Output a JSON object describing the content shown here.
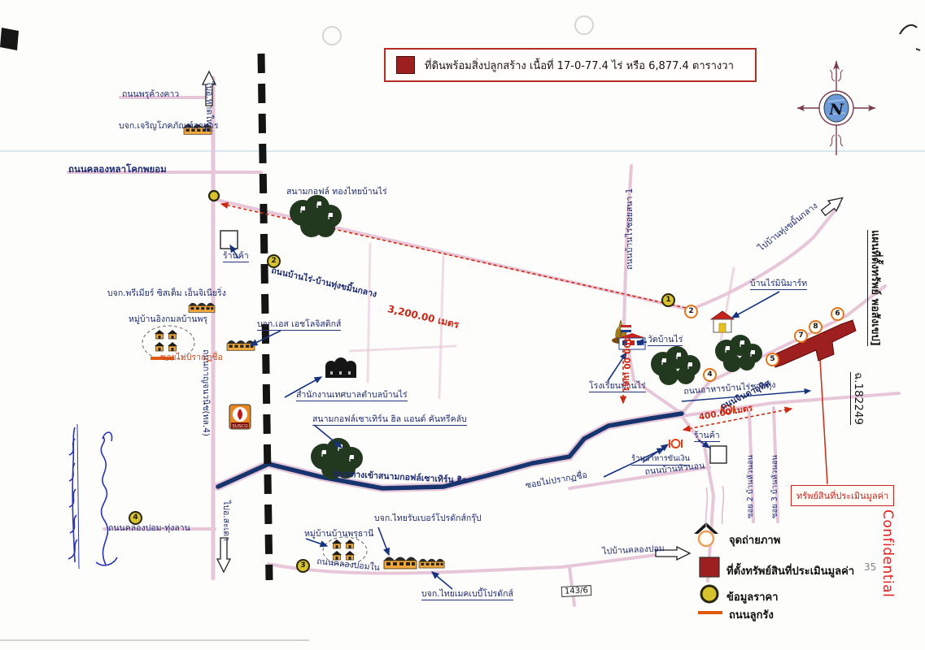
{
  "title_bar": {
    "text": "ที่ดินพร้อมสิ่งปลูกสร้าง เนื้อที่ 17-0-77.4 ไร่ หรือ 6,877.4 ตารางวา"
  },
  "compass": {
    "north": "N"
  },
  "labels": {
    "road_phru_khang_khao": "ถนนพรุค้างคาว",
    "cp_food": "บจก.เจริญโภคภัณฑ์อาหาร",
    "to_hatyai": "ไปอ.หาดใหญ่",
    "road_khlong_la_khok_phayom": "ถนนคลองหลาโคกพยอม",
    "golf_thongthai": "สนามกอฟล์ ทองไทยบ้านไร่",
    "shop": "ร้านค้า",
    "premier_system": "บจก.พรีเมียร์ ซิสเต็ม เอ็นจิเนียริ่ง",
    "village_ingkamon": "หมู่บ้านอิงกมลบ้านพรุ",
    "sh_logistics": "บจก.เอส เอชโลจิสติกส์",
    "road_kanchanavanit": "ถนนกาญจนวนิช(ทล.4)",
    "susco": "SUSCO",
    "soi_unnamed": "ซอยไม่ปรากฏชื่อ",
    "road_banrai_thungkhamin": "ถนนบ้านไร่-บ้านทุ่งขมิ้นกลาง",
    "dist_3200": "3,200.00 เมตร",
    "municipal_office": "สำนักงานเทศบาลตำบลบ้านไร่",
    "golf_southern": "สนามกอฟล์เซาเทิร์น ฮิล แอนด์ คันทรีคลับ",
    "road_golf_access": "ถนนทางเข้าสนามกอฟล์เซาเทิร์น ฮิล",
    "to_sadao": "ไปอ.สะเดา",
    "road_khlongpom_thunglan": "ถนนคลองปอม-ทุ่งลาน",
    "village_phruthani": "หมู่บ้านบ้านพรุธานี",
    "thai_rubber": "บจก.ไทยรับเบอร์โปรดักส์กรุ๊ป",
    "road_khlongpom_nai": "ถนนคลองปอมใน",
    "thai_mech_baby": "บจก.ไทยเมคเบบี้โปรดักส์",
    "km_marker": "143/6",
    "to_ban_khlongpom": "ไปบ้านคลองปอม",
    "road_banrai_soi_sana": "ถนนบ้านไร่ซอยสนา 1",
    "to_thungkhamin_klang": "ไปบ้านทุ่งขมิ้นกลาง",
    "banrai_minimart": "บ้านไร่มินิมาร์ท",
    "wat_banrai": "วัดบ้านไร่",
    "school_banrai": "โรงเรียนบ้านไร่",
    "dist_400": "400.00 เมตร",
    "road_chinda_uthit": "ถนนจินดาอุทิศ",
    "road_banrai_chaithung": "ถนนอาหารบ้านไร่ชายทุ่ง",
    "restaurant_khanngoen": "ร้านอาหารขันเงิน",
    "road_ban_huanon": "ถนนบ้านหัวนอน",
    "soi2_huanon": "ซอย 2 บ้านหัวนอน",
    "soi3_huanon": "ซอย 3 บ้านหัวนอน",
    "deed_no": "ฉ.182249",
    "property_callout": "ทรัพย์สินที่ประเมินมูลค่า",
    "side_map_title": "แผนที่ตั้งทรัพย์ พอสังเขป]",
    "confidential": "Confidential",
    "page_no": "35"
  },
  "legend": {
    "photo_point": "จุดถ่ายภาพ",
    "property": "ที่ตั้งทรัพย์สินที่ประเมินมูลค่า",
    "price_data": "ข้อมูลราคา",
    "laterite_road": "ถนนลูกรัง"
  },
  "markers": {
    "price": {
      "p1": "1",
      "p2": "2",
      "p3": "3",
      "p4": "4"
    },
    "photo": {
      "b2": "2",
      "b4": "4",
      "b5": "5",
      "b6": "6",
      "b7": "7",
      "b8": "8"
    }
  },
  "colors": {
    "property_red": "#9e1f1f",
    "route_red": "#cc2a12",
    "road_pink": "#e6c6d8",
    "golf_road_blue": "#16356e",
    "accent_orange": "#e0761f",
    "confidential_red": "#e02020"
  }
}
